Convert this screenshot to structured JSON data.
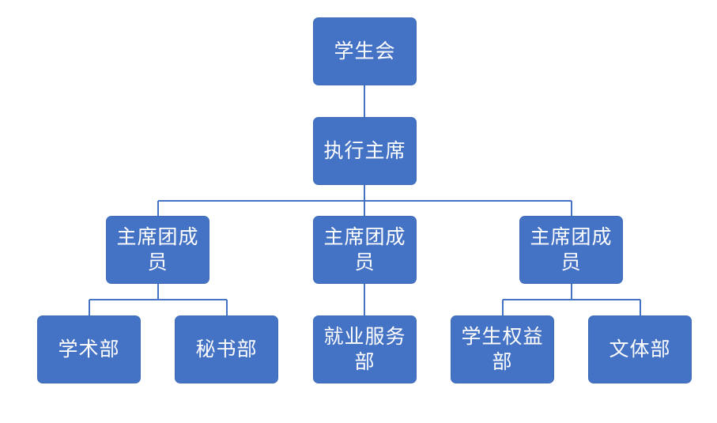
{
  "org_chart": {
    "root": {
      "label": "学生会"
    },
    "executive": {
      "label": "执行主席"
    },
    "presidium": [
      {
        "label": "主席团成员"
      },
      {
        "label": "主席团成员"
      },
      {
        "label": "主席团成员"
      }
    ],
    "departments": [
      {
        "label": "学术部"
      },
      {
        "label": "秘书部"
      },
      {
        "label": "就业服务部"
      },
      {
        "label": "学生权益部"
      },
      {
        "label": "文体部"
      }
    ]
  },
  "colors": {
    "node_fill": "#4472c4",
    "node_text": "#ffffff",
    "connector": "#4472c4",
    "background": "#ffffff"
  }
}
